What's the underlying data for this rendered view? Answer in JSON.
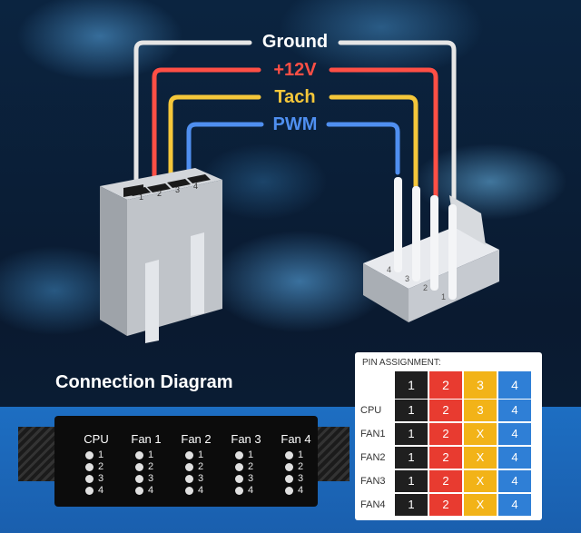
{
  "wire_labels": [
    {
      "text": "Ground",
      "color": "#ffffff"
    },
    {
      "text": "+12V",
      "color": "#ff4f45"
    },
    {
      "text": "Tach",
      "color": "#f5c73a"
    },
    {
      "text": "PWM",
      "color": "#4f8ff0"
    }
  ],
  "connector_pin_numbers": [
    "1",
    "2",
    "3",
    "4"
  ],
  "title": "Connection Diagram",
  "hub": {
    "ports": [
      {
        "label": "CPU",
        "pins": [
          "1",
          "2",
          "3",
          "4"
        ]
      },
      {
        "label": "Fan 1",
        "pins": [
          "1",
          "2",
          "3",
          "4"
        ]
      },
      {
        "label": "Fan 2",
        "pins": [
          "1",
          "2",
          "3",
          "4"
        ]
      },
      {
        "label": "Fan 3",
        "pins": [
          "1",
          "2",
          "3",
          "4"
        ]
      },
      {
        "label": "Fan 4",
        "pins": [
          "1",
          "2",
          "3",
          "4"
        ]
      }
    ]
  },
  "pin_assignment": {
    "title": "PIN ASSIGNMENT:",
    "columns": [
      {
        "label": "1",
        "color": "#1f1f1f"
      },
      {
        "label": "2",
        "color": "#e83b30"
      },
      {
        "label": "3",
        "color": "#f2b318"
      },
      {
        "label": "4",
        "color": "#2f7fd6"
      }
    ],
    "rows": [
      {
        "label": "CPU",
        "values": [
          "1",
          "2",
          "3",
          "4"
        ]
      },
      {
        "label": "FAN1",
        "values": [
          "1",
          "2",
          "X",
          "4"
        ]
      },
      {
        "label": "FAN2",
        "values": [
          "1",
          "2",
          "X",
          "4"
        ]
      },
      {
        "label": "FAN3",
        "values": [
          "1",
          "2",
          "X",
          "4"
        ]
      },
      {
        "label": "FAN4",
        "values": [
          "1",
          "2",
          "X",
          "4"
        ]
      }
    ]
  }
}
